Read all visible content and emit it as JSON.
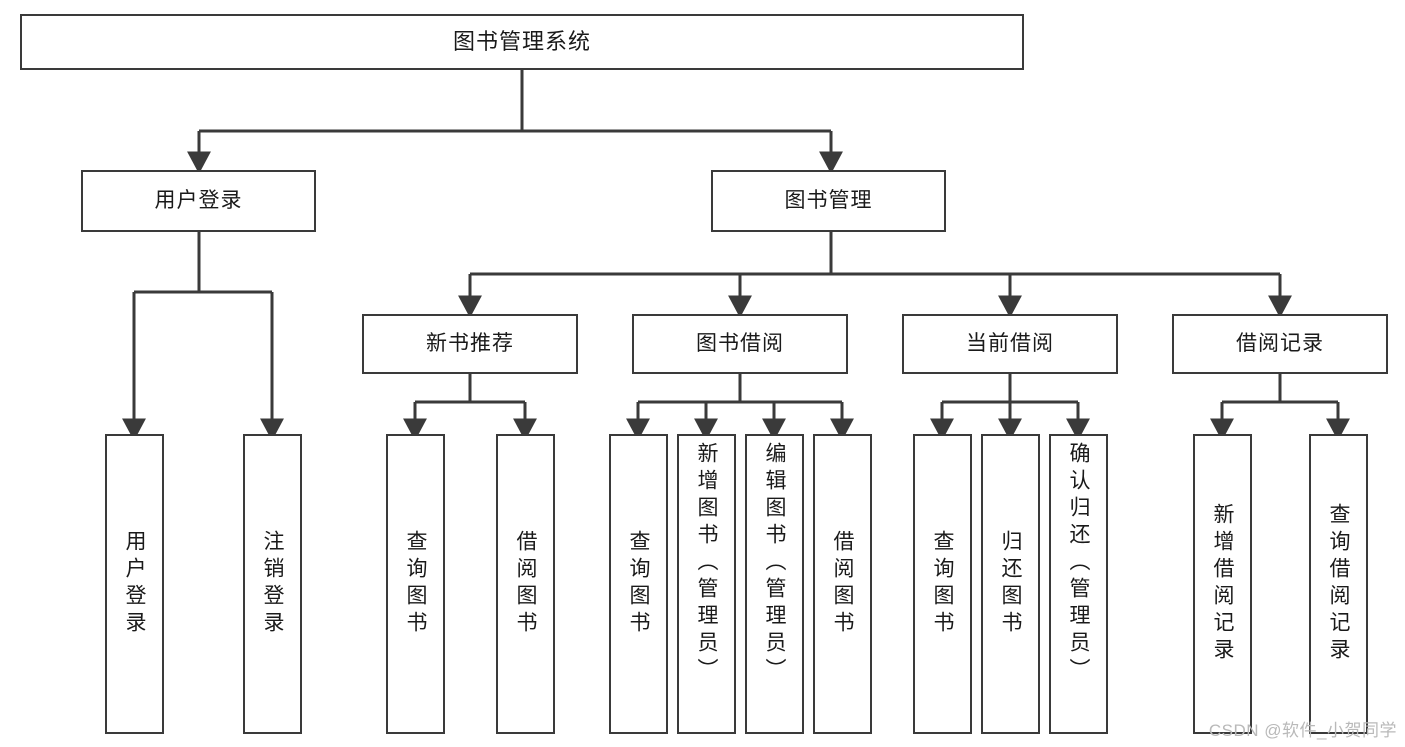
{
  "diagram": {
    "title": "图书管理系统",
    "type": "tree",
    "watermark": "CSDN @软件_小贺同学",
    "colors": {
      "stroke": "#3a3a3a",
      "fill": "#ffffff",
      "text": "#1a1a1a",
      "watermark": "#b9b9b9"
    },
    "nodes": {
      "root": {
        "label": "图书管理系统"
      },
      "level2": [
        {
          "id": "user-login",
          "label": "用户登录"
        },
        {
          "id": "book-manage",
          "label": "图书管理"
        }
      ],
      "level3": [
        {
          "id": "new-book-recommend",
          "label": "新书推荐"
        },
        {
          "id": "book-borrow",
          "label": "图书借阅"
        },
        {
          "id": "current-borrow",
          "label": "当前借阅"
        },
        {
          "id": "borrow-record",
          "label": "借阅记录"
        }
      ],
      "leaves": {
        "user-login": [
          {
            "id": "leaf-user-login",
            "label": "用户登录"
          },
          {
            "id": "leaf-logout",
            "label": "注销登录"
          }
        ],
        "new-book-recommend": [
          {
            "id": "leaf-query-book-1",
            "label": "查询图书"
          },
          {
            "id": "leaf-borrow-book-1",
            "label": "借阅图书"
          }
        ],
        "book-borrow": [
          {
            "id": "leaf-query-book-2",
            "label": "查询图书"
          },
          {
            "id": "leaf-add-book",
            "label": "新增图书（管理员）"
          },
          {
            "id": "leaf-edit-book",
            "label": "编辑图书（管理员）"
          },
          {
            "id": "leaf-borrow-book-2",
            "label": "借阅图书"
          }
        ],
        "current-borrow": [
          {
            "id": "leaf-query-book-3",
            "label": "查询图书"
          },
          {
            "id": "leaf-return-book",
            "label": "归还图书"
          },
          {
            "id": "leaf-confirm-return",
            "label": "确认归还（管理员）"
          }
        ],
        "borrow-record": [
          {
            "id": "leaf-add-record",
            "label": "新增借阅记录"
          },
          {
            "id": "leaf-query-record",
            "label": "查询借阅记录"
          }
        ]
      }
    }
  }
}
